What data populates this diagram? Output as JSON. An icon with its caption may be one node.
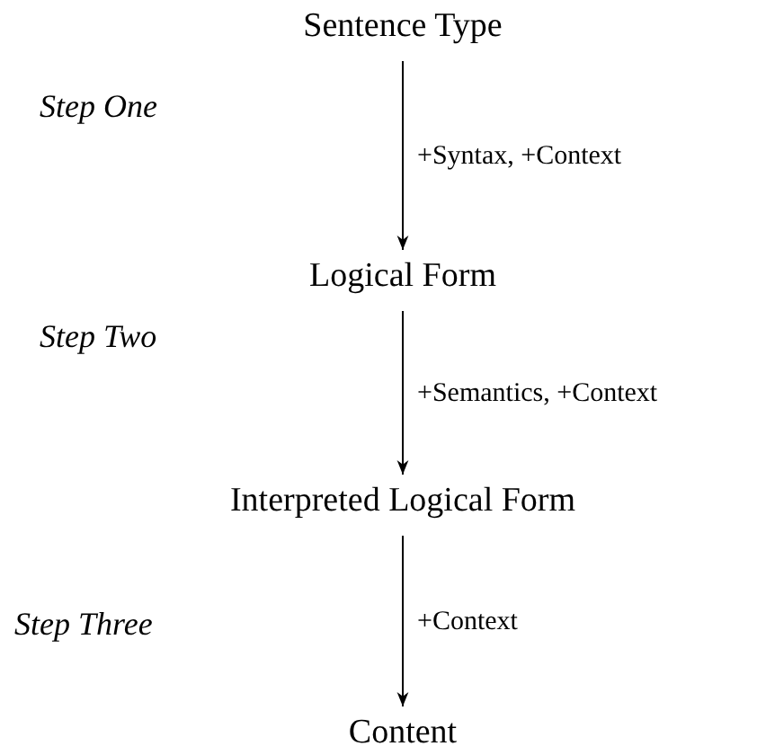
{
  "diagram": {
    "nodes": [
      {
        "text": [
          "Sentence Type"
        ]
      },
      {
        "text": [
          "Logical Form"
        ]
      },
      {
        "text": [
          "Interpreted Logical Form"
        ]
      },
      {
        "text": [
          "Content"
        ]
      }
    ],
    "edges": [
      {
        "from": 0,
        "to": 1,
        "arrow": "to",
        "label": "+Syntax, +Context"
      },
      {
        "from": 1,
        "to": 2,
        "arrow": "to",
        "label": "+Semantics, +Context"
      },
      {
        "from": 2,
        "to": 3,
        "arrow": "to",
        "label": "+Context"
      }
    ],
    "labels": [
      "Step One",
      "Step Two",
      "Step Three"
    ]
  }
}
